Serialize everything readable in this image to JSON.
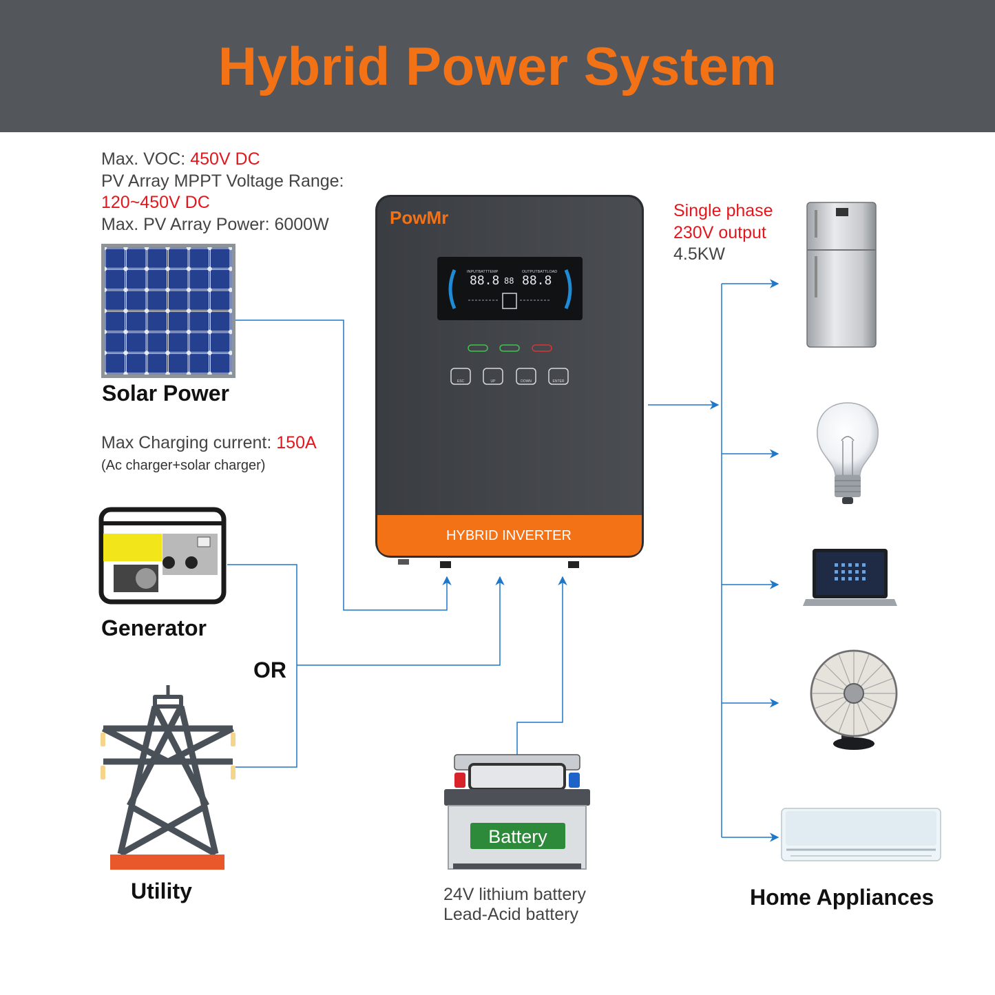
{
  "header": {
    "title": "Hybrid Power System"
  },
  "pv_specs": {
    "voc_label": "Max. VOC: ",
    "voc_value": "450V DC",
    "mppt_label": "PV Array MPPT Voltage Range:",
    "mppt_value": "120~450V DC",
    "power": "Max. PV Array Power: 6000W"
  },
  "charging": {
    "label": "Max Charging current: ",
    "value": "150A",
    "note": "(Ac charger+solar charger)"
  },
  "sources": {
    "solar": "Solar Power",
    "generator": "Generator",
    "or": "OR",
    "utility": "Utility"
  },
  "inverter": {
    "brand": "PowMr",
    "label": "HYBRID INVERTER",
    "buttons": [
      "ESC",
      "UP",
      "DOWN",
      "ENTER"
    ],
    "lcd_left": "INPUTBATTTEMP",
    "lcd_right": "OUTPUTBATTLOAD",
    "lcd_digits_left": "88.8",
    "lcd_digits_mid": "88",
    "lcd_digits_right": "88.8"
  },
  "output": {
    "line1": "Single phase",
    "line2": "230V output",
    "line3": "4.5KW"
  },
  "battery": {
    "label": "Battery",
    "type1": "24V lithium battery",
    "type2": "Lead-Acid battery"
  },
  "appliances": {
    "label": "Home Appliances",
    "items": [
      "refrigerator",
      "light-bulb",
      "laptop",
      "fan",
      "air-conditioner"
    ]
  },
  "colors": {
    "accent": "#f47216",
    "header_bg": "#53565a",
    "line": "#1f77c8",
    "red": "#e4161c",
    "panel": "#1f3580"
  }
}
